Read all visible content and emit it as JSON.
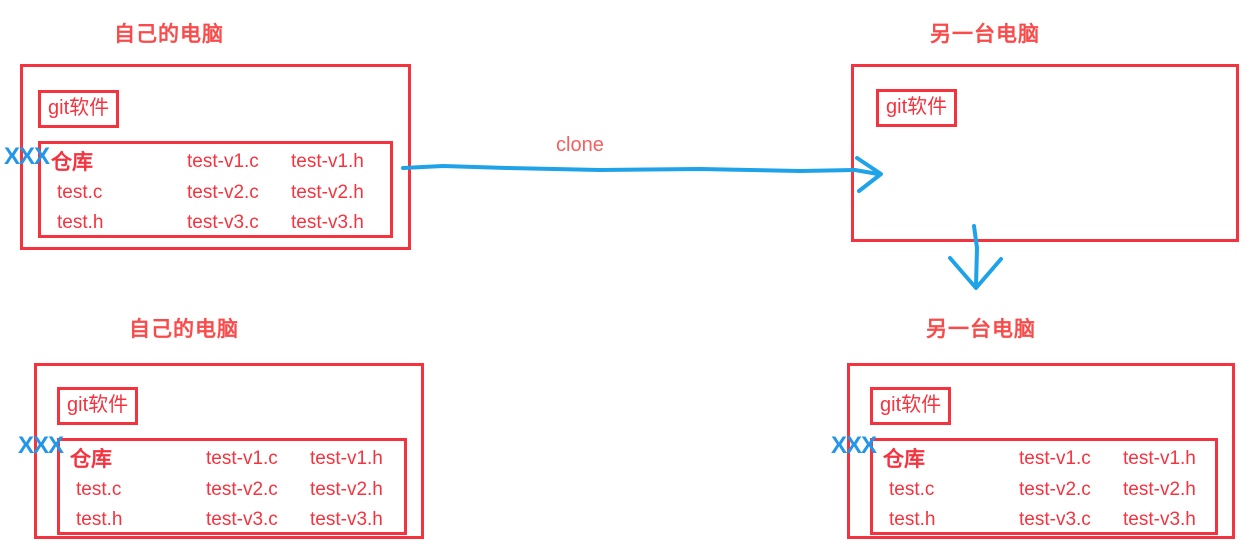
{
  "diagram": {
    "title_text_color": "#fa4b4b",
    "box_border_color": "#f5333f",
    "arrow_color": "#1ea2e8",
    "marker_color": "#2196ea",
    "panels": [
      {
        "id": "top-left",
        "title": "自己的电脑",
        "git_label": "git软件",
        "marker": "XXX",
        "repo": {
          "name": "仓库",
          "column_a": [
            "test.c",
            "test.h"
          ],
          "column_b": [
            "test-v1.c",
            "test-v2.c",
            "test-v3.c"
          ],
          "column_c": [
            "test-v1.h",
            "test-v2.h",
            "test-v3.h"
          ]
        }
      },
      {
        "id": "top-right",
        "title": "另一台电脑",
        "git_label": "git软件",
        "marker": null,
        "repo": null
      },
      {
        "id": "bottom-left",
        "title": "自己的电脑",
        "git_label": "git软件",
        "marker": "XXX",
        "repo": {
          "name": "仓库",
          "column_a": [
            "test.c",
            "test.h"
          ],
          "column_b": [
            "test-v1.c",
            "test-v2.c",
            "test-v3.c"
          ],
          "column_c": [
            "test-v1.h",
            "test-v2.h",
            "test-v3.h"
          ]
        }
      },
      {
        "id": "bottom-right",
        "title": "另一台电脑",
        "git_label": "git软件",
        "marker": "XXX",
        "repo": {
          "name": "仓库",
          "column_a": [
            "test.c",
            "test.h"
          ],
          "column_b": [
            "test-v1.c",
            "test-v2.c",
            "test-v3.c"
          ],
          "column_c": [
            "test-v1.h",
            "test-v2.h",
            "test-v3.h"
          ]
        }
      }
    ],
    "arrows": [
      {
        "id": "clone-arrow",
        "label": "clone",
        "direction": "right"
      },
      {
        "id": "download-arrow",
        "label": "",
        "direction": "down"
      }
    ]
  }
}
